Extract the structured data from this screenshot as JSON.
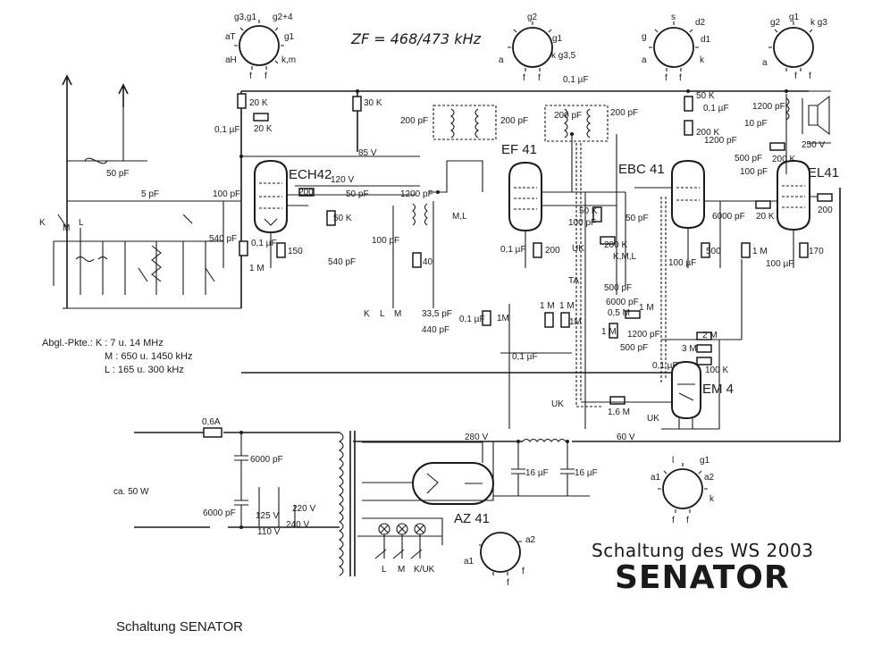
{
  "header": {
    "if_label": "ZF = 468/473 kHz"
  },
  "tubes": [
    {
      "id": "ech42",
      "label": "ECH42"
    },
    {
      "id": "ef41",
      "label": "EF 41"
    },
    {
      "id": "ebc41",
      "label": "EBC 41"
    },
    {
      "id": "el41",
      "label": "EL41"
    },
    {
      "id": "em4",
      "label": "EM 4"
    },
    {
      "id": "az41",
      "label": "AZ 41"
    }
  ],
  "components": {
    "r_20k_a": "20 K",
    "r_20k_b": "20 K",
    "c_01_a": "0,1 µF",
    "r_30k": "30 K",
    "c_200_a": "200 pF",
    "c_200_b": "200 pF",
    "c_200_c": "200 pF",
    "c_200_d": "200 pF",
    "c_01_b": "0,1 µF",
    "r_50k_a": "50 K",
    "c_01_c": "0,1 µF",
    "r_200k_a": "200 K",
    "c_1200_a": "1200 pF",
    "c_10": "10 pF",
    "r_200k_b": "200 K",
    "c_500": "500 pF",
    "c_100_a": "100 pF",
    "v_250": "250 V",
    "c_1200_b": "1200 pF",
    "c_50_a": "50 pF",
    "v_85": "85 V",
    "v_120": "120 V",
    "c_5": "5 pF",
    "c_100_b": "100 pF",
    "r_200": "200",
    "c_50_b": "50 pF",
    "c_1200_c": "1200 pF",
    "r_50k_b": "50 K",
    "c_01_d": "0,1 µF",
    "r_150": "150",
    "r_1m_a": "1 M",
    "c_540_a": "540 pF",
    "c_540_b": "540 pF",
    "c_100_c": "100 pF",
    "r_40": "40",
    "c_335": "33,5 pF",
    "c_440": "440 pF",
    "sw_ml": "M,L",
    "r_50k_c": "50 K",
    "c_100_d": "100 pF",
    "c_50_c": "50 pF",
    "c_01_e": "0,1 µF",
    "r_200_b": "200",
    "uk": "UK",
    "r_200k_c": "200 K",
    "sw_kml": "K,M,L",
    "ta": "TA",
    "c_500_b": "500 pF",
    "c_6000_a": "6000 pF",
    "r_05m": "0,5 M",
    "r_1m_b": "1 M",
    "r_1m_c": "1 M",
    "c_1200_d": "1200 pF",
    "c_500_c": "500 pF",
    "c_01_f": "0,1 µF",
    "c_01_g": "0,1 µF",
    "r_1m_d": "1 M",
    "r_1m_e": "1 M",
    "c_100u": "100 µF",
    "r_500": "500",
    "c_6000_b": "6000 pF",
    "r_20k_c": "20 K",
    "r_200_c": "200",
    "r_1m_f": "1 M",
    "c_100uf_b": "100 µF",
    "r_170": "170",
    "r_2m": "2 M",
    "r_3m": "3 M",
    "r_100k": "100 K",
    "r_16m": "1,6 M",
    "uk_b": "UK",
    "uk_c": "UK",
    "fuse": "0,6A",
    "c_6000_c": "6000 pF",
    "c_6000_d": "6000 pF",
    "v_280": "280 V",
    "v_60": "60 V",
    "c_16_a": "16 µF",
    "c_16_b": "16 µF",
    "power": "ca. 50 W",
    "v_125": "125 V",
    "v_220": "220 V",
    "v_110": "110 V",
    "v_240": "240 V",
    "band_l": "L",
    "band_m": "M",
    "band_kuk": "K/UK",
    "sw_k": "K",
    "sw_l": "L",
    "sw_m": "M",
    "sw_k2": "K",
    "sw_l2": "L",
    "sw_m2": "M",
    "r_1m_g": "1M",
    "r_1m_h": "1M"
  },
  "sockets": {
    "ech42": [
      "g3,g1",
      "g2+4",
      "g1",
      "aT",
      "aH",
      "k,m",
      "f",
      "f"
    ],
    "ef41": [
      "g2",
      "g1",
      "a",
      "k g3,5",
      "f",
      "f"
    ],
    "ebc41": [
      "s",
      "d2",
      "g",
      "d1",
      "a",
      "k",
      "f",
      "f"
    ],
    "el41": [
      "g2",
      "g1",
      "k g3",
      "a",
      "f",
      "f"
    ],
    "em4": [
      "l",
      "g1",
      "a1",
      "a2",
      "k",
      "f",
      "f"
    ],
    "az41": [
      "a1",
      "a2",
      "f",
      "f"
    ]
  },
  "alignment": {
    "heading": "Abgl.-Pkte.:",
    "k": "K : 7 u. 14 MHz",
    "m": "M : 650 u. 1450 kHz",
    "l": "L : 165 u. 300 kHz"
  },
  "title": {
    "line1": "Schaltung des WS 2003",
    "line2": "SENATOR"
  },
  "caption": "Schaltung SENATOR"
}
